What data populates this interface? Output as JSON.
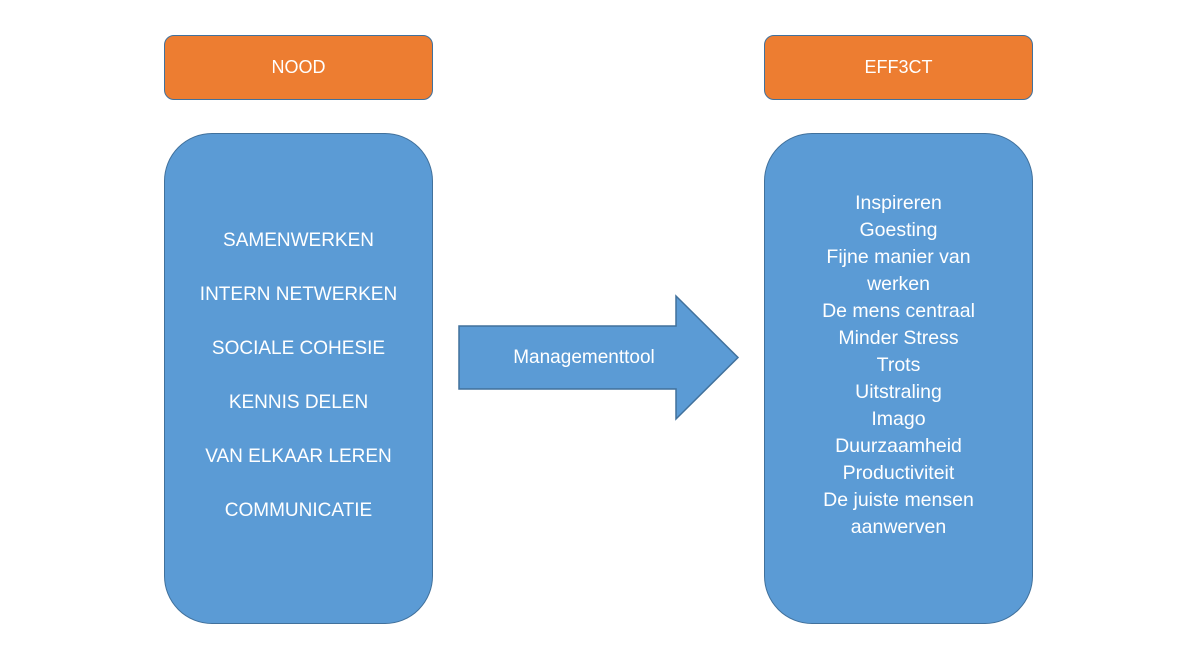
{
  "colors": {
    "header_fill": "#ed7d31",
    "panel_fill": "#5b9bd5",
    "border": "#41719c",
    "text": "#ffffff"
  },
  "left": {
    "header": "NOOD",
    "items": [
      "SAMENWERKEN",
      "INTERN NETWERKEN",
      "SOCIALE COHESIE",
      "KENNIS DELEN",
      "VAN ELKAAR LEREN",
      "COMMUNICATIE"
    ]
  },
  "arrow": {
    "label": "Managementtool"
  },
  "right": {
    "header": "EFF3CT",
    "items": [
      "Inspireren",
      "Goesting",
      "Fijne manier van werken",
      "De mens centraal",
      "Minder Stress",
      "Trots",
      "Uitstraling",
      "Imago",
      "Duurzaamheid",
      "Productiviteit",
      "De juiste mensen aanwerven"
    ]
  }
}
